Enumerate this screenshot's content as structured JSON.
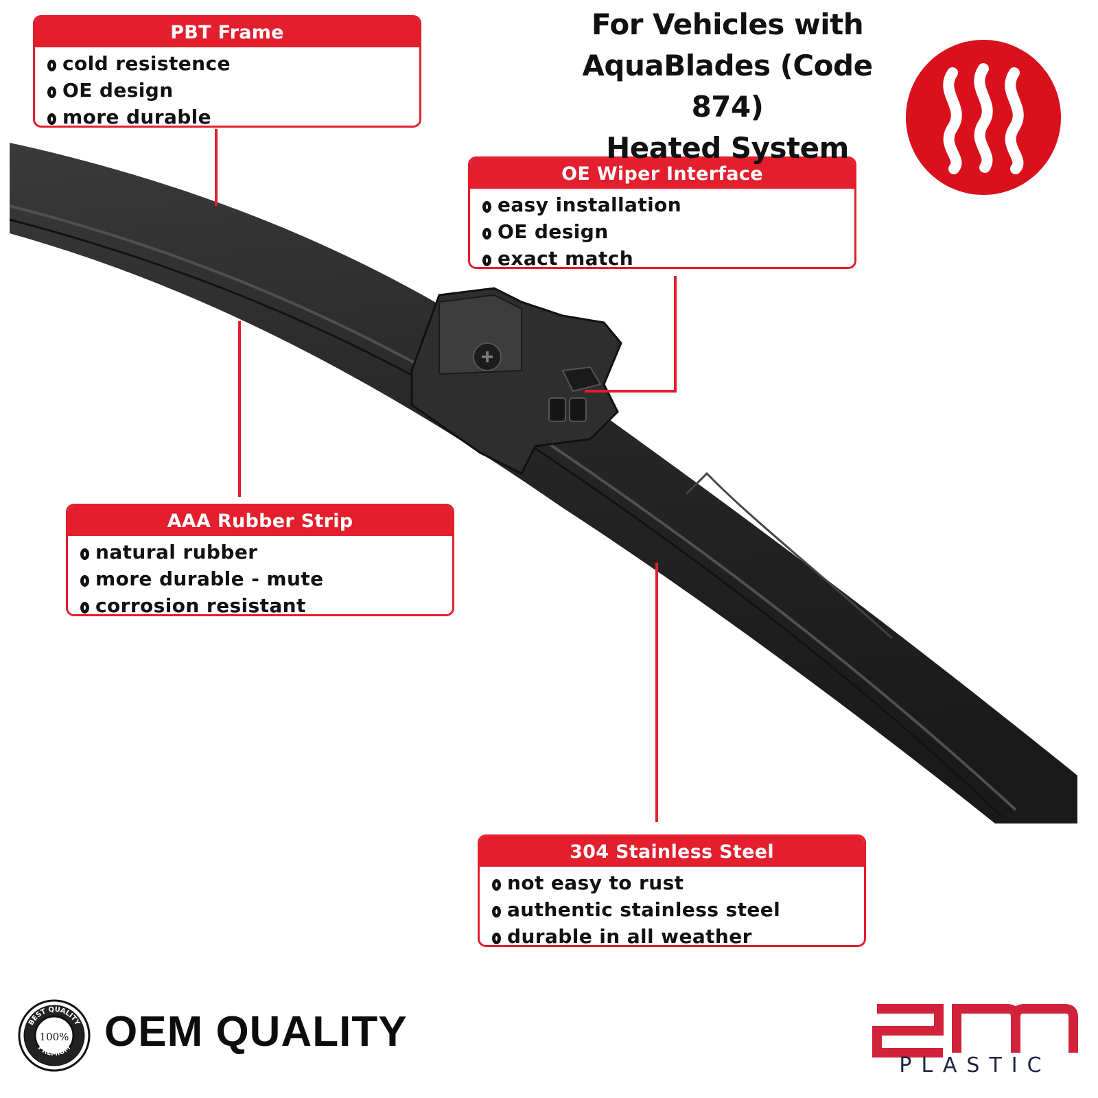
{
  "title": {
    "line1": "For Vehicles with",
    "line2": "AquaBlades (Code 874)",
    "line3": "Heated System"
  },
  "heat_icon": "heat-waves-icon",
  "callouts": [
    {
      "heading": "PBT Frame",
      "items": [
        "cold resistence",
        "OE design",
        "more durable"
      ]
    },
    {
      "heading": "OE Wiper Interface",
      "items": [
        "easy installation",
        "OE design",
        "exact match"
      ]
    },
    {
      "heading": "AAA Rubber Strip",
      "items": [
        "natural rubber",
        "more durable - mute",
        "corrosion resistant"
      ]
    },
    {
      "heading": "304 Stainless Steel",
      "items": [
        "not easy to rust",
        "authentic stainless steel",
        "durable in all weather"
      ]
    }
  ],
  "badge": {
    "top_text": "BEST QUALITY",
    "center_text": "100%",
    "bottom_text": "PREMIUM"
  },
  "oem_quality": "OEM QUALITY",
  "logo": {
    "main": "2M",
    "sub": "PLASTIC"
  },
  "colors": {
    "accent_red": "#e31e2d",
    "blade_black": "#2a2a2a",
    "logo_red": "#d0223a",
    "logo_navy": "#1d2340"
  }
}
